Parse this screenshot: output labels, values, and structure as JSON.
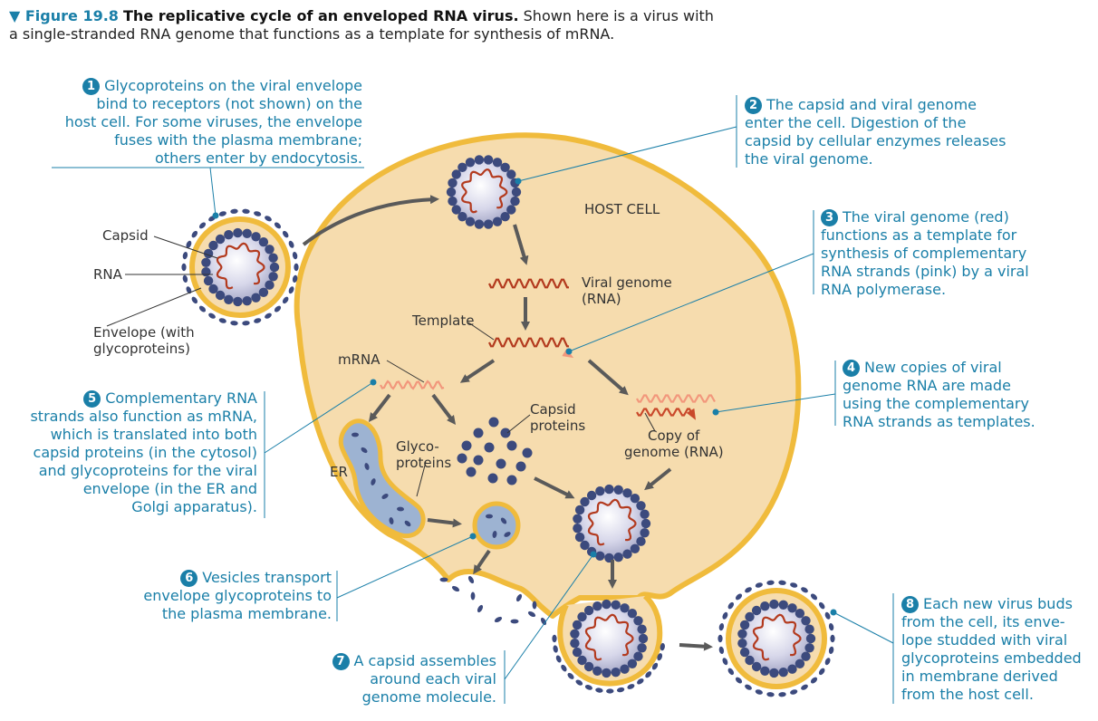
{
  "figure": {
    "number": "▼ Figure 19.8",
    "title": "The replicative cycle of an enveloped RNA virus.",
    "line1_rest": "Shown here is a virus with",
    "line2": "a single-stranded RNA genome that functions as a template for synthesis of mRNA."
  },
  "labels": {
    "host_cell": "HOST CELL",
    "capsid": "Capsid",
    "rna": "RNA",
    "envelope_1": "Envelope (with",
    "envelope_2": "glycoproteins)",
    "viral_genome_1": "Viral genome",
    "viral_genome_2": "(RNA)",
    "template": "Template",
    "mrna": "mRNA",
    "capsid_proteins_1": "Capsid",
    "capsid_proteins_2": "proteins",
    "copy_genome_1": "Copy of",
    "copy_genome_2": "genome (RNA)",
    "glycoproteins_1": "Glyco-",
    "glycoproteins_2": "proteins",
    "er": "ER"
  },
  "steps": [
    {
      "n": "1",
      "lines": [
        "Glycoproteins on the viral envelope",
        "bind to receptors (not shown) on the",
        "host cell. For some viruses, the envelope",
        "fuses with the plasma membrane;",
        "others enter by endocytosis."
      ]
    },
    {
      "n": "2",
      "lines": [
        "The capsid and viral genome",
        "enter the cell. Digestion of the",
        "capsid by cellular enzymes releases",
        "the viral genome."
      ]
    },
    {
      "n": "3",
      "lines": [
        "The viral genome (red)",
        "functions as a template for",
        "synthesis of complementary",
        "RNA strands (pink) by a viral",
        "RNA polymerase."
      ]
    },
    {
      "n": "4",
      "lines": [
        "New copies of viral",
        "genome RNA are made",
        "using the complementary",
        "RNA strands as templates."
      ]
    },
    {
      "n": "5",
      "lines": [
        "Complementary RNA",
        "strands also function as mRNA,",
        "which is translated into both",
        "capsid proteins (in the cytosol)",
        "and glycoproteins for the viral",
        "envelope (in the ER and",
        "Golgi apparatus)."
      ]
    },
    {
      "n": "6",
      "lines": [
        "Vesicles transport",
        "envelope glycoproteins to",
        "the plasma membrane."
      ]
    },
    {
      "n": "7",
      "lines": [
        "A capsid assembles",
        "around each viral",
        "genome molecule."
      ]
    },
    {
      "n": "8",
      "lines": [
        "Each new virus buds",
        "from the cell, its enve-",
        "lope studded with viral",
        "glycoproteins embedded",
        "in membrane derived",
        "from the host cell."
      ]
    }
  ],
  "colors": {
    "accent": "#1a7fa8",
    "cell_fill": "#f6dcae",
    "membrane": "#f0bb3c",
    "capsomere": "#3c4a7d",
    "genome_red": "#b33a1e",
    "complement_pink": "#f2977c",
    "er_fill": "#9db3d2",
    "arrow": "#5a5a5a"
  }
}
